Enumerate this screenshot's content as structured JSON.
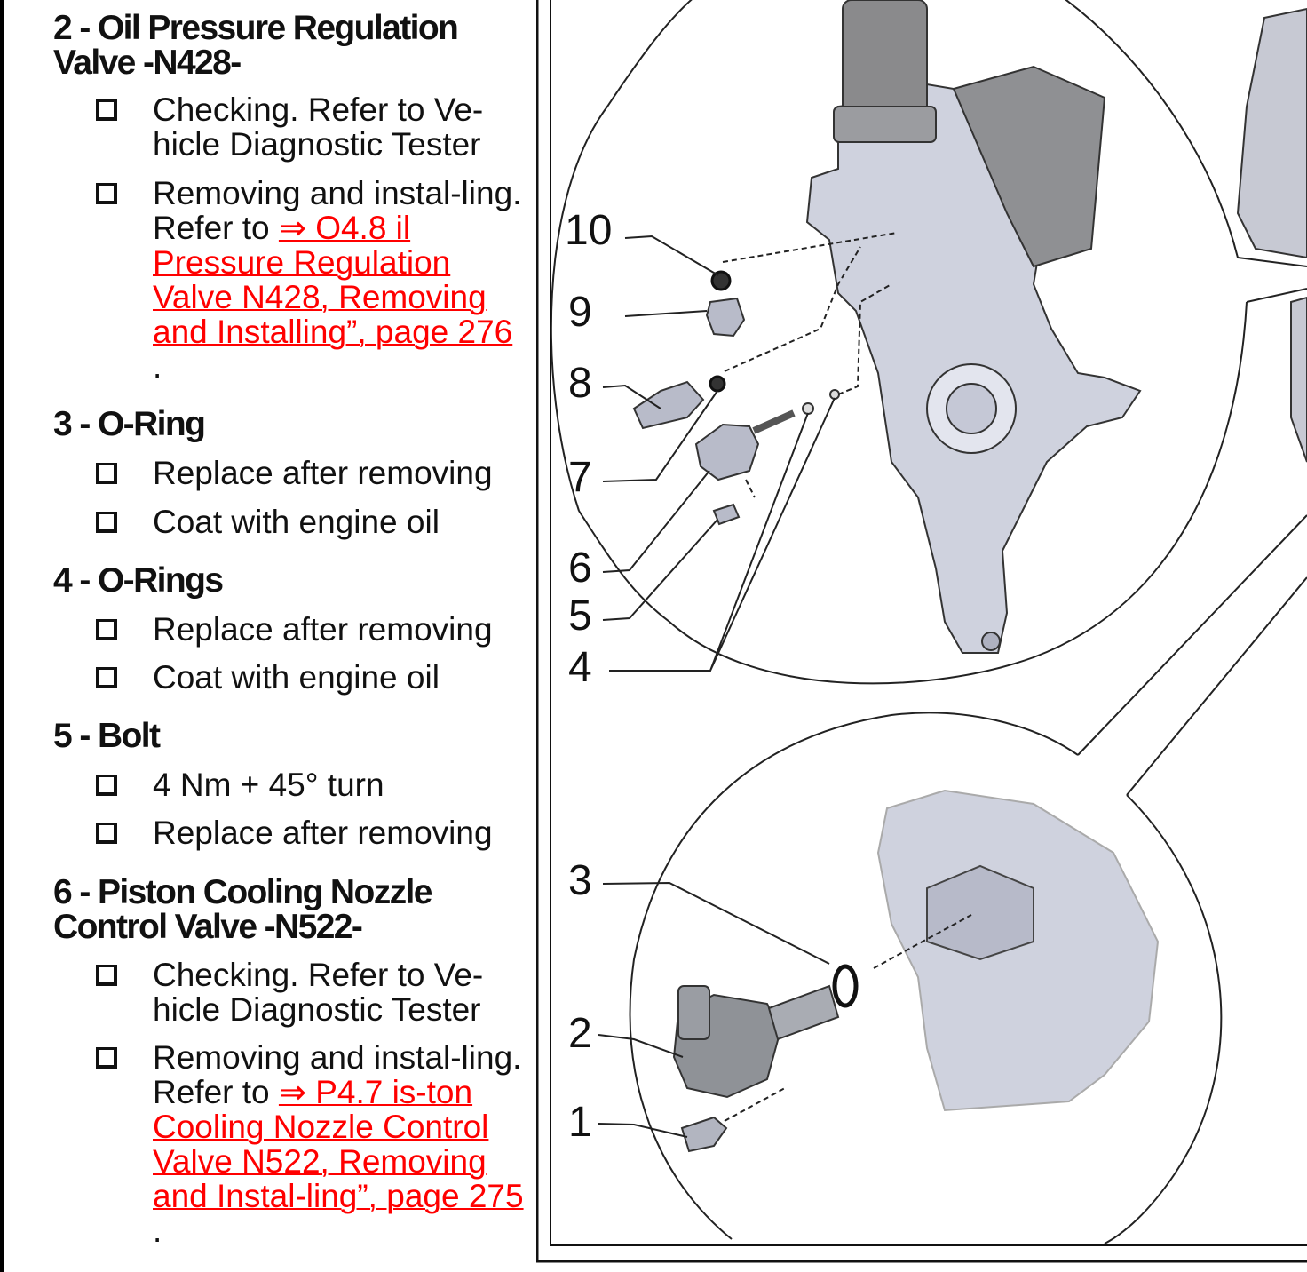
{
  "sections": [
    {
      "title": "2 - Oil Pressure Regulation Valve -N428-",
      "items": [
        {
          "text": "Checking. Refer to Ve-hicle Diagnostic Tester"
        },
        {
          "text": "Removing and instal-ling. Refer to ",
          "link": "⇒ O4.8 il Pressure Regulation Valve N428, Removing and Installing”, page 276",
          "after": " ."
        }
      ]
    },
    {
      "title": "3 - O-Ring",
      "items": [
        {
          "text": "Replace after removing"
        },
        {
          "text": "Coat with engine oil"
        }
      ]
    },
    {
      "title": "4 - O-Rings",
      "items": [
        {
          "text": "Replace after removing"
        },
        {
          "text": "Coat with engine oil"
        }
      ]
    },
    {
      "title": "5 - Bolt",
      "items": [
        {
          "text": "4 Nm + 45° turn"
        },
        {
          "text": "Replace after removing"
        }
      ]
    },
    {
      "title": "6 - Piston Cooling Nozzle Control Valve -N522-",
      "items": [
        {
          "text": "Checking. Refer to Ve-hicle Diagnostic Tester"
        },
        {
          "text": "Removing and instal-ling. Refer to ",
          "link": "⇒ P4.7 is-ton Cooling Nozzle Control Valve N522, Removing and Instal-ling”, page 275",
          "after": " ."
        }
      ]
    }
  ],
  "figure": {
    "callouts": [
      "10",
      "9",
      "8",
      "7",
      "6",
      "5",
      "4",
      "3",
      "2",
      "1"
    ]
  },
  "colors": {
    "link": "#ff0000",
    "text": "#111111",
    "part_fill": "#c8cbd8",
    "part_stroke": "#333333"
  }
}
